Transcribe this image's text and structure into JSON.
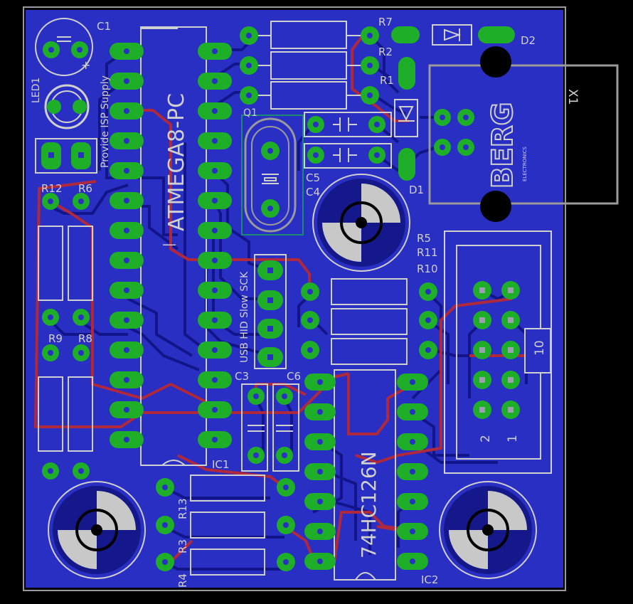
{
  "window": {
    "title": "PCB board layout"
  },
  "colors": {
    "background": "#000000",
    "board": "#2a2fc4",
    "board_edge": "#9a9a9a",
    "copper_bottom": "#12158a",
    "copper_top": "#b0283c",
    "pad": "#1fae28",
    "drill": "#2a2fc4",
    "silk": "#d0d0d0"
  },
  "chips": {
    "ic1_label": "IC1",
    "ic1_value": "ATMEGA8-PC",
    "ic2_label": "IC2",
    "ic2_value": "74HC126N"
  },
  "components": {
    "resistors": [
      "R1",
      "R2",
      "R3",
      "R4",
      "R5",
      "R6",
      "R7",
      "R8",
      "R9",
      "R10",
      "R11",
      "R12",
      "R13"
    ],
    "capacitors": [
      "C1",
      "C3",
      "C4",
      "C5",
      "C6"
    ],
    "diodes": [
      "D1",
      "D2"
    ],
    "led": "LED1",
    "crystal": "Q1",
    "connector": "X1",
    "connector_brand": "BERG",
    "connector_sub": "ELECTRONICS"
  },
  "labels": {
    "isp_supply": "Provide ISP Supply",
    "jumpers": "USB HID Slow SCK",
    "pin_10": "10",
    "pin_2": "2",
    "pin_1": "1",
    "polarity_plus": "+"
  }
}
